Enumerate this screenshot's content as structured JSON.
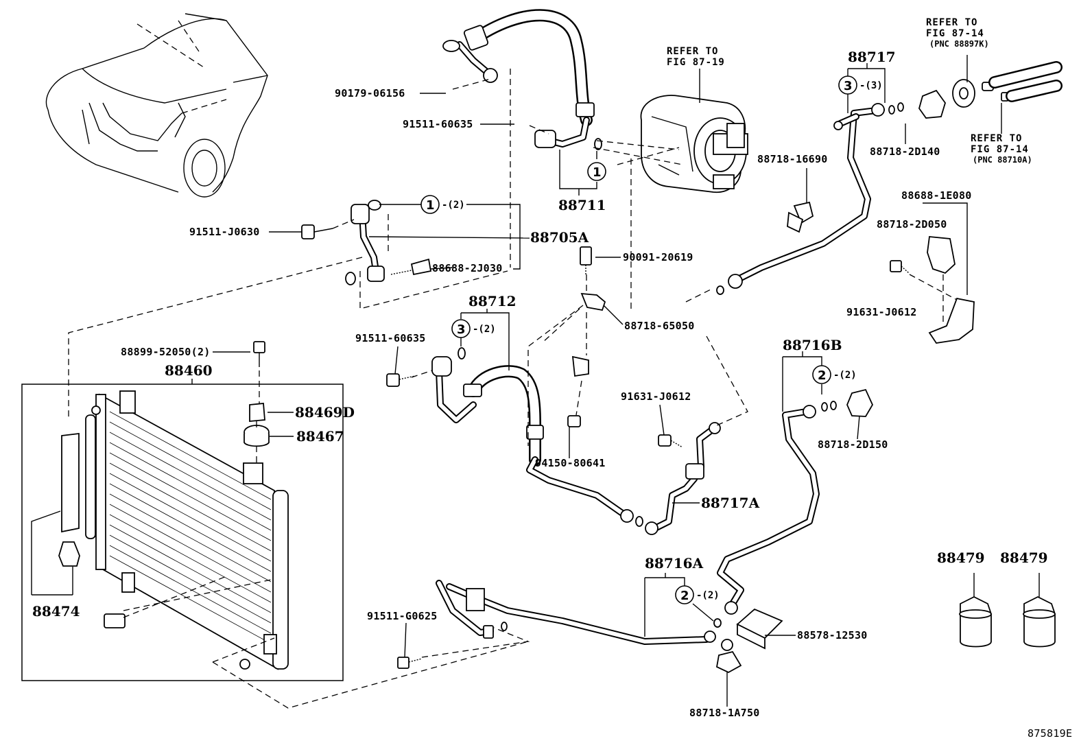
{
  "diagram_id": "875819E",
  "callouts": {
    "p90179": "90179-06156",
    "p91511a": "91511-60635",
    "p88711": "88711",
    "p91511j": "91511-J0630",
    "p88705a": "88705A",
    "p88688_2j": "88688-2J030",
    "p90091": "90091-20619",
    "p88718_65": "88718-65050",
    "p88712": "88712",
    "p91511b": "91511-60635",
    "p88899": "88899-52050(2)",
    "p88460": "88460",
    "p88469d": "88469D",
    "p88467": "88467",
    "p88474": "88474",
    "p94150": "94150-80641",
    "p91631a": "91631-J0612",
    "p88717a": "88717A",
    "p88716a": "88716A",
    "p91511g": "91511-G0625",
    "p88578": "88578-12530",
    "p88718_1a": "88718-1A750",
    "p88716b": "88716B",
    "p88718_2d150": "88718-2D150",
    "p88717": "88717",
    "p88718_2d140": "88718-2D140",
    "p88718_16": "88718-16690",
    "p88688_1e": "88688-1E080",
    "p88718_2d050": "88718-2D050",
    "p91631b": "91631-J0612",
    "p88479a": "88479",
    "p88479b": "88479"
  },
  "refs": {
    "r1_line1": "REFER TO",
    "r1_line2": "FIG 87-19",
    "r2_line1": "REFER TO",
    "r2_line2": "FIG 87-14",
    "r2_line3": "(PNC 88897K)",
    "r3_line1": "REFER TO",
    "r3_line2": "FIG 87-14",
    "r3_line3": "(PNC 88710A)"
  },
  "circled": {
    "c1a": "1",
    "c1b": "1",
    "c2a": "2",
    "c2b": "2",
    "c3a": "3",
    "c3b": "3"
  },
  "qty": {
    "q1": "-(2)",
    "q2": "-(2)",
    "q3": "-(2)",
    "q4": "-(2)",
    "q5": "-(3)"
  }
}
